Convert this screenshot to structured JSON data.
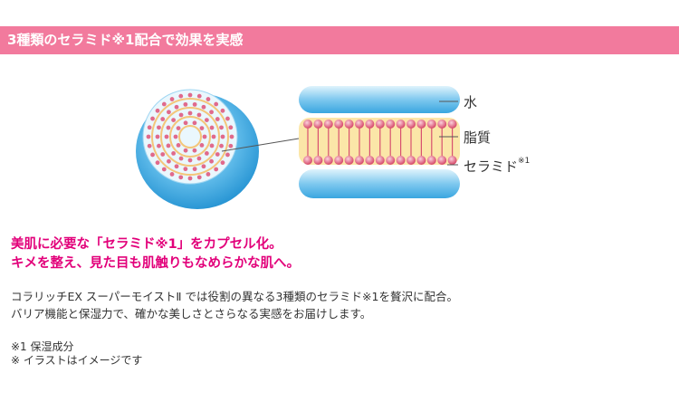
{
  "header": {
    "title": "3種類のセラミド※1配合で効果を実感"
  },
  "diagram": {
    "label_water": "水",
    "label_lipid": "脂質",
    "label_ceramide": "セラミド",
    "label_ceramide_note": "※1",
    "colors": {
      "water": "#7ec8ef",
      "lipid": "#fbe6a8",
      "head": "#e06a8c",
      "sphere": "#3aa6e0"
    }
  },
  "headline": {
    "line1": "美肌に必要な「セラミド※1」をカプセル化。",
    "line2": "キメを整え、見た目も肌触りもなめらかな肌へ。"
  },
  "body": {
    "line1": "コラリッチEX スーパーモイストⅡ では役割の異なる3種類のセラミド※1を贅沢に配合。",
    "line2": "バリア機能と保湿力で、確かな美しさとさらなる実感をお届けします。"
  },
  "notes": {
    "note1": "※1 保湿成分",
    "note2": "※ イラストはイメージです"
  }
}
